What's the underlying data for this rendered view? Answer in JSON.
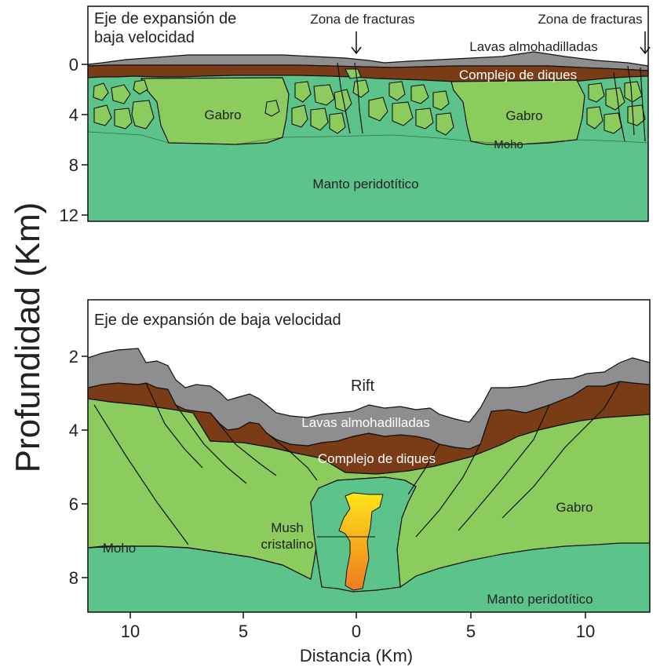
{
  "colors": {
    "mantle": "#5cc48a",
    "gabbro": "#8ccc5e",
    "dikes": "#7a3b17",
    "lavas": "#8e8d8f",
    "magma_top": "#ffe51a",
    "magma_bottom": "#ef7a1e",
    "line": "#111111"
  },
  "y_axis": {
    "title": "Profundidad (Km)"
  },
  "x_axis": {
    "title": "Distancia (Km)",
    "ticks": [
      "10",
      "5",
      "0",
      "5",
      "10"
    ]
  },
  "top_panel": {
    "heading_line1": "Eje de expansión de",
    "heading_line2": "baja velocidad",
    "y_ticks": [
      "0",
      "4",
      "8",
      "12"
    ],
    "fracture_zone_1": "Zona de fracturas",
    "fracture_zone_2": "Zona de fracturas",
    "lavas": "Lavas almohadilladas",
    "dikes": "Complejo de diques",
    "gabbro_1": "Gabro",
    "gabbro_2": "Gabro",
    "moho": "Moho",
    "mantle": "Manto peridotítico"
  },
  "bottom_panel": {
    "heading": "Eje de expansión de baja velocidad",
    "y_ticks": [
      "2",
      "4",
      "6",
      "8"
    ],
    "rift": "Rift",
    "lavas": "Lavas almohadilladas",
    "dikes": "Complejo de diques",
    "mush_1": "Mush",
    "mush_2": "cristalino",
    "gabbro": "Gabro",
    "moho": "Moho",
    "mantle": "Manto peridotítico"
  }
}
